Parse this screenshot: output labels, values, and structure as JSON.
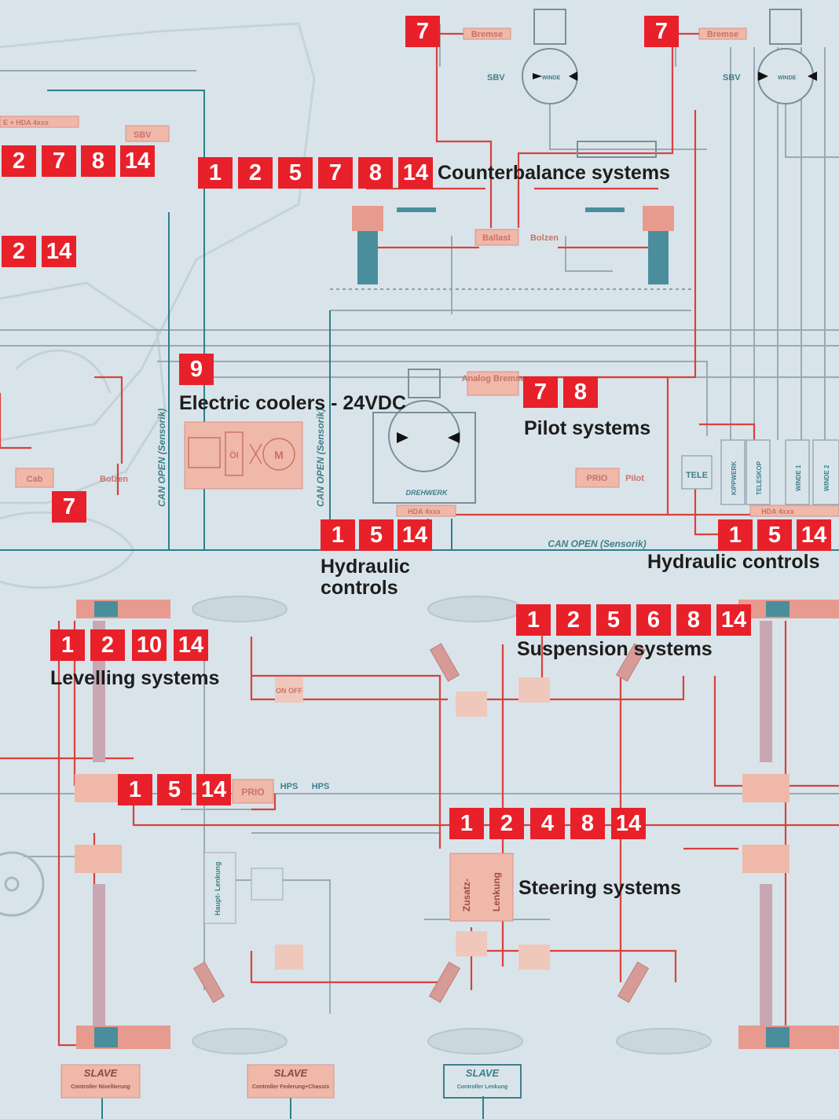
{
  "colors": {
    "background": "#d9e4ea",
    "badge": "#e8202a",
    "red_line": "#d8413e",
    "teal_line": "#2d7f8d",
    "gray_line": "#9aa9b3",
    "component_fill": "#f0b8a8"
  },
  "sections": {
    "counterbalance": {
      "label": "Counterbalance systems",
      "codes": [
        "1",
        "2",
        "5",
        "7",
        "8",
        "14"
      ]
    },
    "top_left_a": {
      "codes": [
        "2",
        "7",
        "8",
        "14"
      ]
    },
    "top_left_b": {
      "codes": [
        "2",
        "14"
      ]
    },
    "brakes_left": {
      "codes": [
        "7"
      ]
    },
    "brakes_right": {
      "codes": [
        "7"
      ]
    },
    "electric_coolers": {
      "label": "Electric coolers - 24VDC",
      "codes": [
        "9"
      ]
    },
    "pilot": {
      "label": "Pilot systems",
      "codes": [
        "7",
        "8"
      ]
    },
    "cab": {
      "codes": [
        "7"
      ]
    },
    "hydraulic_left": {
      "label_line1": "Hydraulic",
      "label_line2": "controls",
      "codes": [
        "1",
        "5",
        "14"
      ]
    },
    "hydraulic_right": {
      "label": "Hydraulic controls",
      "codes": [
        "1",
        "5",
        "14"
      ]
    },
    "suspension": {
      "label": "Suspension systems",
      "codes": [
        "1",
        "2",
        "5",
        "6",
        "8",
        "14"
      ]
    },
    "levelling": {
      "label": "Levelling systems",
      "codes": [
        "1",
        "2",
        "10",
        "14"
      ]
    },
    "prio_block": {
      "codes": [
        "1",
        "5",
        "14"
      ]
    },
    "steering": {
      "label": "Steering systems",
      "codes": [
        "1",
        "2",
        "4",
        "8",
        "14"
      ]
    }
  },
  "components": {
    "bremse_left": "Bremse",
    "bremse_right": "Bremse",
    "sbv_left": "SBV",
    "sbv_right": "SBV",
    "winde_left": "WINDE",
    "winde_right": "WINDE",
    "sbv_top_left": "SBV",
    "hda_top_left": "E + HDA 4xxx",
    "ballast": "Ballast",
    "bolzen_cb": "Bolzen",
    "analog_bremse": "Analog Bremse",
    "cab": "Cab",
    "bolzen_left": "Bolzen",
    "can_open_1": "CAN OPEN (Sensorik)",
    "can_open_2": "CAN OPEN (Sensorik)",
    "can_open_3": "CAN OPEN (Sensorik)",
    "cooler_oil": "Öl",
    "cooler_motor": "M",
    "drehwerk": "DREHWERK",
    "hda_mid": "HDA 4xxx",
    "prio_pilot": "PRIO",
    "pilot": "Pilot",
    "tele": "TELE",
    "kippwerk": "KIPPWERK",
    "teleskop": "TELESKOP",
    "winde1": "WINDE 1",
    "winde2": "WINDE 2",
    "hda_right": "HDA 4xxx",
    "prio_main": "PRIO",
    "hps1": "HPS",
    "hps2": "HPS",
    "on_off": "ON OFF",
    "haupt_lenkung": "Haupt- Lenkung",
    "zusatz": "Zusatz-",
    "lenkung": "Lenkung",
    "slave1_title": "SLAVE",
    "slave1_sub": "Controller Nivellierung",
    "slave2_title": "SLAVE",
    "slave2_sub": "Controller Federung+Chassis",
    "slave3_title": "SLAVE",
    "slave3_sub": "Controller Lenkung"
  }
}
